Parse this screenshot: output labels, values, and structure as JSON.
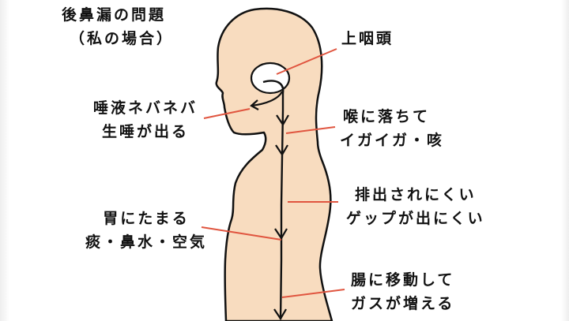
{
  "title": {
    "line1": "後鼻漏の問題",
    "line2": "（私の場合）"
  },
  "labels": {
    "upper_pharynx": "上咽頭",
    "saliva_line1": "唾液ネバネバ",
    "saliva_line2": "生唾が出る",
    "throat_line1": "喉に落ちて",
    "throat_line2": "イガイガ・咳",
    "stomach_line1": "胃にたまる",
    "stomach_line2": "痰・鼻水・空気",
    "burp_line1": "排出されにくい",
    "burp_line2": "ゲップが出にくい",
    "intestine_line1": "腸に移動して",
    "intestine_line2": "ガスが増える"
  },
  "colors": {
    "skin": "#f8dcbf",
    "outline": "#111111",
    "pointer": "#e0553f",
    "background": "#ffffff"
  }
}
